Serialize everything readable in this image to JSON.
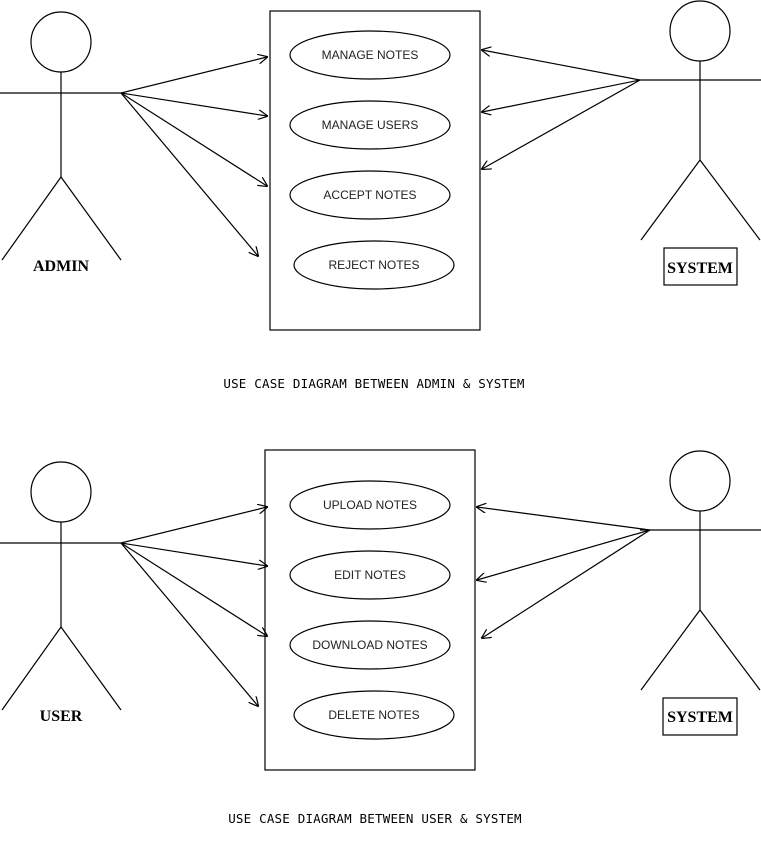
{
  "diagrams": [
    {
      "actor_left": {
        "label": "ADMIN",
        "icon": "stick-figure"
      },
      "actor_right": {
        "label": "SYSTEM",
        "icon": "stick-figure"
      },
      "use_cases": [
        "MANAGE NOTES",
        "MANAGE USERS",
        "ACCEPT NOTES",
        "REJECT NOTES"
      ],
      "caption": "USE CASE DIAGRAM BETWEEN ADMIN & SYSTEM"
    },
    {
      "actor_left": {
        "label": "USER",
        "icon": "stick-figure"
      },
      "actor_right": {
        "label": "SYSTEM",
        "icon": "stick-figure"
      },
      "use_cases": [
        "UPLOAD NOTES",
        "EDIT NOTES",
        "DOWNLOAD NOTES",
        "DELETE NOTES"
      ],
      "caption": "USE CASE DIAGRAM BETWEEN USER & SYSTEM"
    }
  ]
}
